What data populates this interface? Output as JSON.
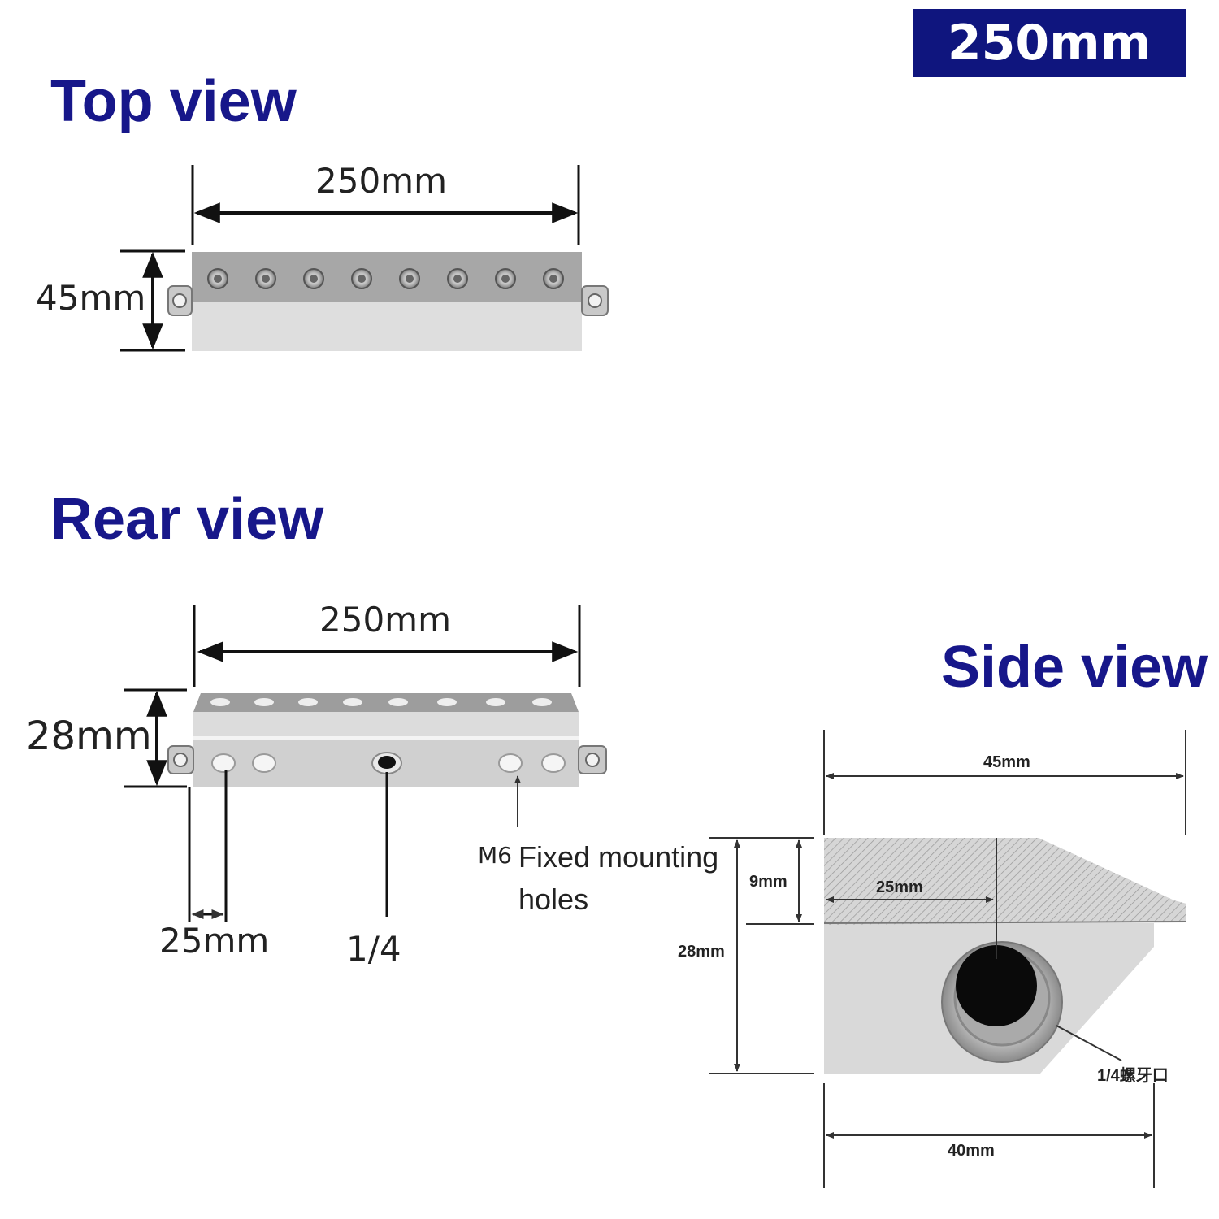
{
  "badge": {
    "text": "250mm",
    "bg_color": "#0f157e"
  },
  "headings": {
    "top_view": "Top view",
    "rear_view": "Rear view",
    "side_view": "Side view",
    "color": "#17178a"
  },
  "top_view": {
    "width_label": "250mm",
    "height_label": "45mm"
  },
  "rear_view": {
    "width_label": "250mm",
    "height_label": "28mm",
    "hole_spacing_label": "25mm",
    "port_label": "1/4",
    "mounting_prefix": "M6",
    "mounting_text_line1": "Fixed mounting",
    "mounting_text_line2": "holes"
  },
  "side_view": {
    "width_top_label": "45mm",
    "slot_depth_label": "9mm",
    "inner_width_label": "25mm",
    "height_label": "28mm",
    "port_label": "1/4螺牙口",
    "width_bottom_label": "40mm"
  }
}
